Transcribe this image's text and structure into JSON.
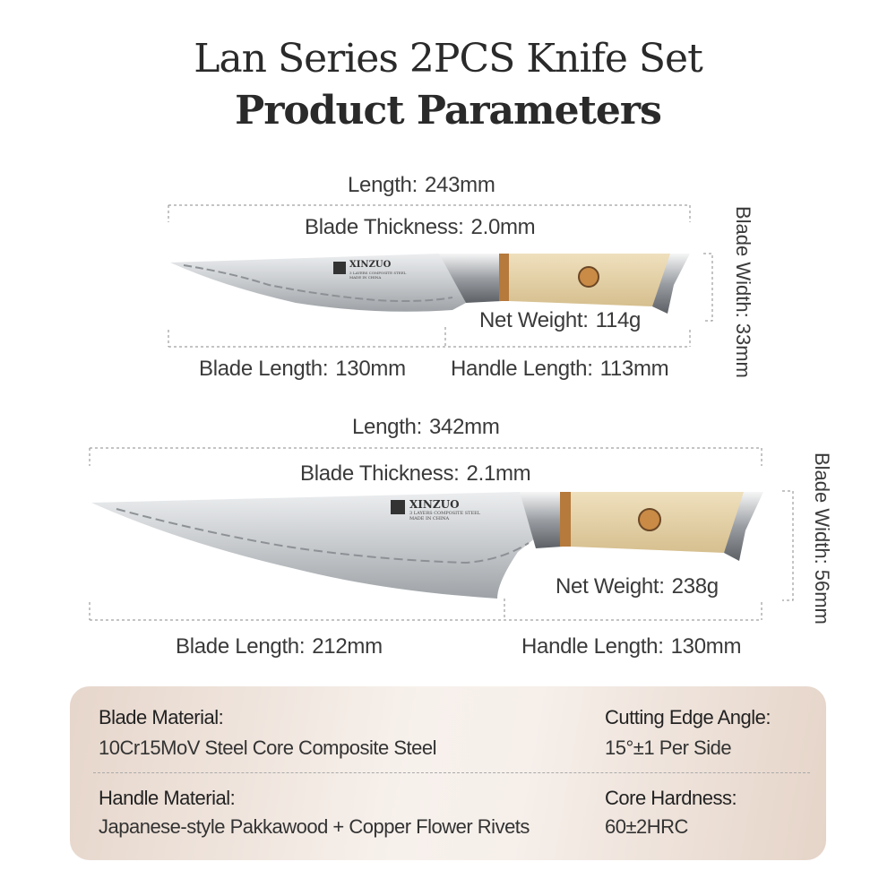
{
  "header": {
    "title": "Lan Series 2PCS Knife Set",
    "subtitle": "Product Parameters"
  },
  "knives": [
    {
      "length_label": "Length:",
      "length_value": "243mm",
      "thickness_label": "Blade Thickness:",
      "thickness_value": "2.0mm",
      "weight_label": "Net Weight:",
      "weight_value": "114g",
      "blade_length_label": "Blade Length:",
      "blade_length_value": "130mm",
      "handle_length_label": "Handle Length:",
      "handle_length_value": "113mm",
      "width_label": "Blade Width:",
      "width_value": "33mm"
    },
    {
      "length_label": "Length:",
      "length_value": "342mm",
      "thickness_label": "Blade Thickness:",
      "thickness_value": "2.1mm",
      "weight_label": "Net Weight:",
      "weight_value": "238g",
      "blade_length_label": "Blade Length:",
      "blade_length_value": "212mm",
      "handle_length_label": "Handle Length:",
      "handle_length_value": "130mm",
      "width_label": "Blade Width:",
      "width_value": "56mm"
    }
  ],
  "logo": {
    "brand": "XINZUO",
    "line1": "3 LAYERS COMPOSITE STEEL",
    "line2": "MADE IN CHINA"
  },
  "specs": {
    "blade_material_label": "Blade Material:",
    "blade_material_value": "10Cr15MoV Steel Core Composite Steel",
    "edge_angle_label": "Cutting Edge Angle:",
    "edge_angle_value": "15°±1 Per Side",
    "handle_material_label": "Handle Material:",
    "handle_material_value": "Japanese-style Pakkawood + Copper Flower Rivets",
    "hardness_label": "Core Hardness:",
    "hardness_value": "60±2HRC"
  },
  "colors": {
    "panel": "#e6d6cb",
    "handle_wood": "#e3cfa4",
    "copper": "#b57a3c",
    "steel": "#c9ccd0"
  }
}
